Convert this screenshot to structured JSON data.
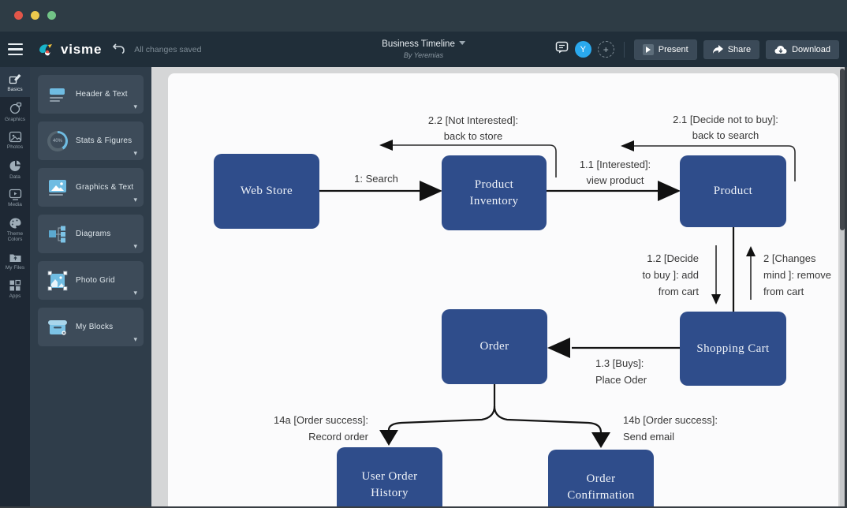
{
  "header": {
    "logo_text": "visme",
    "autosave_status": "All changes saved",
    "doc_title": "Business Timeline",
    "doc_author": "By Yeremias",
    "avatar_initial": "Y",
    "add_collab_glyph": "+",
    "present_label": "Present",
    "share_label": "Share",
    "download_label": "Download"
  },
  "sidebar": {
    "rail_items": [
      {
        "label": "Basics"
      },
      {
        "label": "Graphics"
      },
      {
        "label": "Photos"
      },
      {
        "label": "Data"
      },
      {
        "label": "Media"
      },
      {
        "label": "Theme Colors"
      },
      {
        "label": "My Files"
      },
      {
        "label": "Apps"
      }
    ],
    "panel_items": [
      {
        "label": "Header & Text"
      },
      {
        "label": "Stats & Figures",
        "icon_text": "40%"
      },
      {
        "label": "Graphics & Text"
      },
      {
        "label": "Diagrams"
      },
      {
        "label": "Photo Grid"
      },
      {
        "label": "My Blocks"
      }
    ],
    "card_chevron": "▾"
  },
  "diagram": {
    "node_fill": "#2f4d8b",
    "nodes": {
      "web_store": "Web Store",
      "product_inventory": "Product Inventory",
      "product": "Product",
      "order": "Order",
      "shopping_cart": "Shopping Cart",
      "user_order_history": "User Order History",
      "order_confirmation": "Order Confirmation"
    },
    "edge_labels": {
      "search": [
        "1: Search"
      ],
      "interested": [
        "1.1 [Interested]:",
        "view product"
      ],
      "not_interested": [
        "2.2 [Not Interested]:",
        "back to store"
      ],
      "decide_not_buy": [
        "2.1 [Decide not to buy]:",
        "back to search"
      ],
      "decide_buy": [
        "1.2 [Decide",
        "to buy ]: add",
        "from cart"
      ],
      "changes_mind": [
        "2 [Changes",
        "mind ]: remove",
        "from cart"
      ],
      "buys": [
        "1.3 [Buys]:",
        "Place Oder"
      ],
      "order_success_a": [
        "14a [Order success]:",
        "Record order"
      ],
      "order_success_b": [
        "14b [Order success]:",
        "Send email"
      ]
    }
  },
  "colors": {
    "accent_blue": "#2aa9ee",
    "node_blue": "#2f4d8b",
    "icon_blue": "#6fbce2"
  }
}
